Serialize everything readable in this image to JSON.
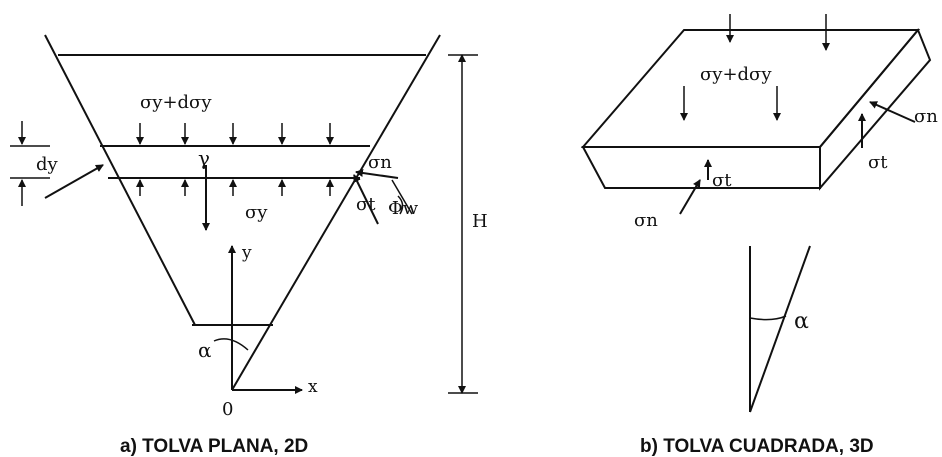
{
  "captions": {
    "left": "a) TOLVA PLANA, 2D",
    "right": "b) TOLVA CUADRADA, 3D"
  },
  "labels2d": {
    "sigma_top": "σy+dσy",
    "dy": "dy",
    "gamma": "γ",
    "sigma_y": "σy",
    "sigma_n": "σn",
    "sigma_t": "σt",
    "phi_w": "Φw",
    "H": "H",
    "y_axis": "y",
    "x_axis": "x",
    "origin": "0",
    "alpha": "α"
  },
  "labels3d": {
    "sigma_top": "σy+dσy",
    "sigma_n_right": "σn",
    "sigma_t_right": "σt",
    "sigma_t_front": "σt",
    "sigma_n_front": "σn",
    "alpha": "α"
  }
}
